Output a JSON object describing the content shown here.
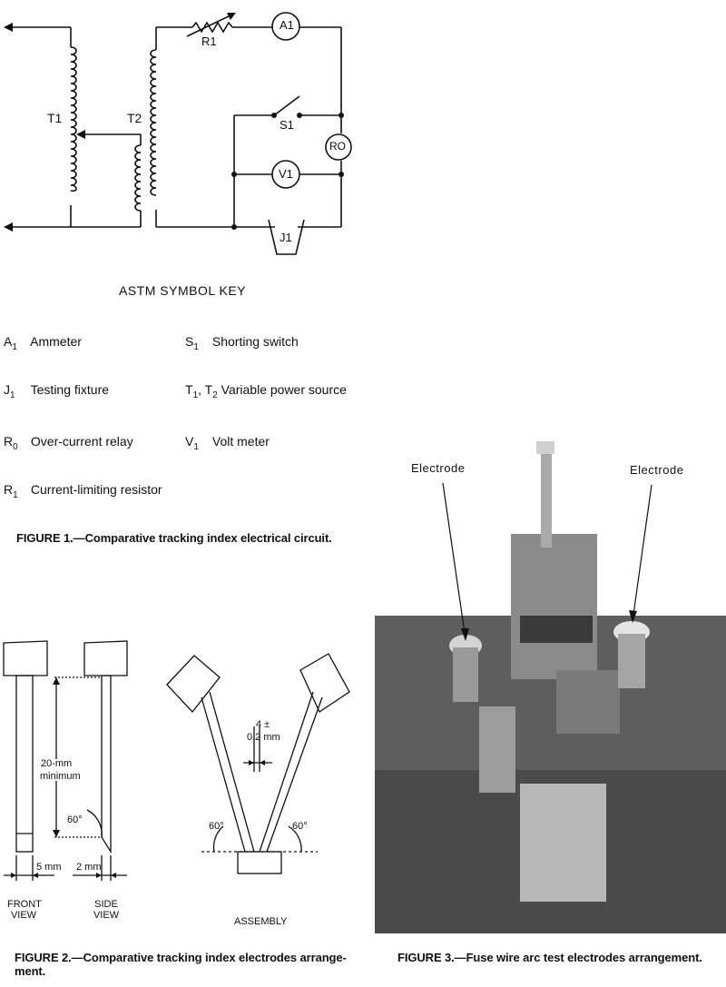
{
  "figure1": {
    "circuit_labels": {
      "a1": "A1",
      "r1": "R1",
      "t1": "T1",
      "t2": "T2",
      "s1": "S1",
      "ro": "RO",
      "v1": "V1",
      "j1": "J1"
    },
    "key_title": "ASTM SYMBOL KEY",
    "key_items": [
      {
        "sym": "A",
        "sub": "1",
        "desc": "Ammeter"
      },
      {
        "sym": "J",
        "sub": "1",
        "desc": "Testing fixture"
      },
      {
        "sym": "R",
        "sub": "0",
        "desc": "Over-current relay"
      },
      {
        "sym": "R",
        "sub": "1",
        "desc": "Current-limiting resistor"
      },
      {
        "sym": "S",
        "sub": "1",
        "desc": "Shorting switch"
      },
      {
        "sym": "T",
        "sub": "1",
        "sym2": ", T",
        "sub2": "2",
        "desc": "Variable power source"
      },
      {
        "sym": "V",
        "sub": "1",
        "desc": "Volt meter"
      }
    ],
    "caption": "FIGURE 1.—Comparative tracking index electrical circuit."
  },
  "figure2": {
    "labels": {
      "min_top": "20-mm",
      "min_bottom": "minimum",
      "angle_side": "60°",
      "width_front": "5 mm",
      "width_side": "2 mm",
      "front_view_1": "FRONT",
      "front_view_2": "VIEW",
      "side_view_1": "SIDE",
      "side_view_2": "VIEW",
      "gap_top": "4 ±",
      "gap_bottom": "0.2 mm",
      "angle_left": "60°",
      "angle_right": "60°",
      "assembly": "ASSEMBLY"
    },
    "caption_line1": "FIGURE 2.—Comparative tracking index electrodes arrange-",
    "caption_line2": "ment."
  },
  "figure3": {
    "label_left": "Electrode",
    "label_right": "Electrode",
    "caption": "FIGURE 3.—Fuse wire arc test electrodes arrangement."
  }
}
